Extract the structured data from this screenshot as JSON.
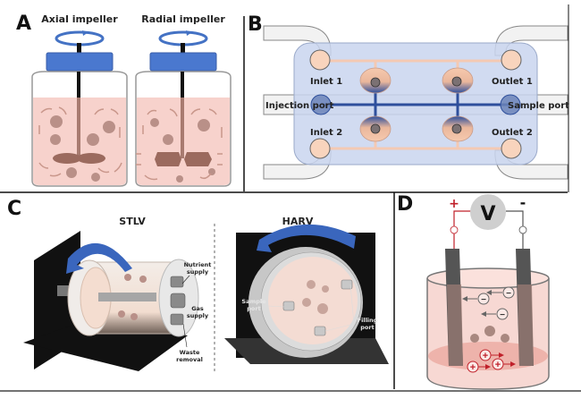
{
  "figure": {
    "panels": {
      "A": {
        "letter": "A",
        "left_title": "Axial impeller",
        "right_title": "Radial impeller"
      },
      "B": {
        "letter": "B",
        "labels": {
          "inlet1": "Inlet 1",
          "inlet2": "Inlet 2",
          "outlet1": "Outlet 1",
          "outlet2": "Outlet 2",
          "injection": "Injection port",
          "sample": "Sample port"
        }
      },
      "C": {
        "letter": "C",
        "left_title": "STLV",
        "right_title": "HARV",
        "stlv_labels": {
          "nutrient1": "Nutrient",
          "nutrient2": "supply",
          "gas1": "Gas",
          "gas2": "supply",
          "waste1": "Waste",
          "waste2": "removal"
        },
        "harv_labels": {
          "sample1": "Sample",
          "sample2": "port",
          "filling1": "Filling",
          "filling2": "port"
        }
      },
      "D": {
        "letter": "D",
        "voltmeter": "V",
        "plus": "+",
        "minus": "-",
        "anion_sign": "−",
        "cation_sign": "+"
      }
    },
    "colors": {
      "impeller_blue": "#4472c4",
      "medium_pink": "#f7d2cc",
      "cell_brown": "#a57f77",
      "chip_blue": "#c9d5ee",
      "channel_orange": "#f4c9b3",
      "channel_blue": "#2e4f9c",
      "positive_red": "#c0202a"
    }
  }
}
